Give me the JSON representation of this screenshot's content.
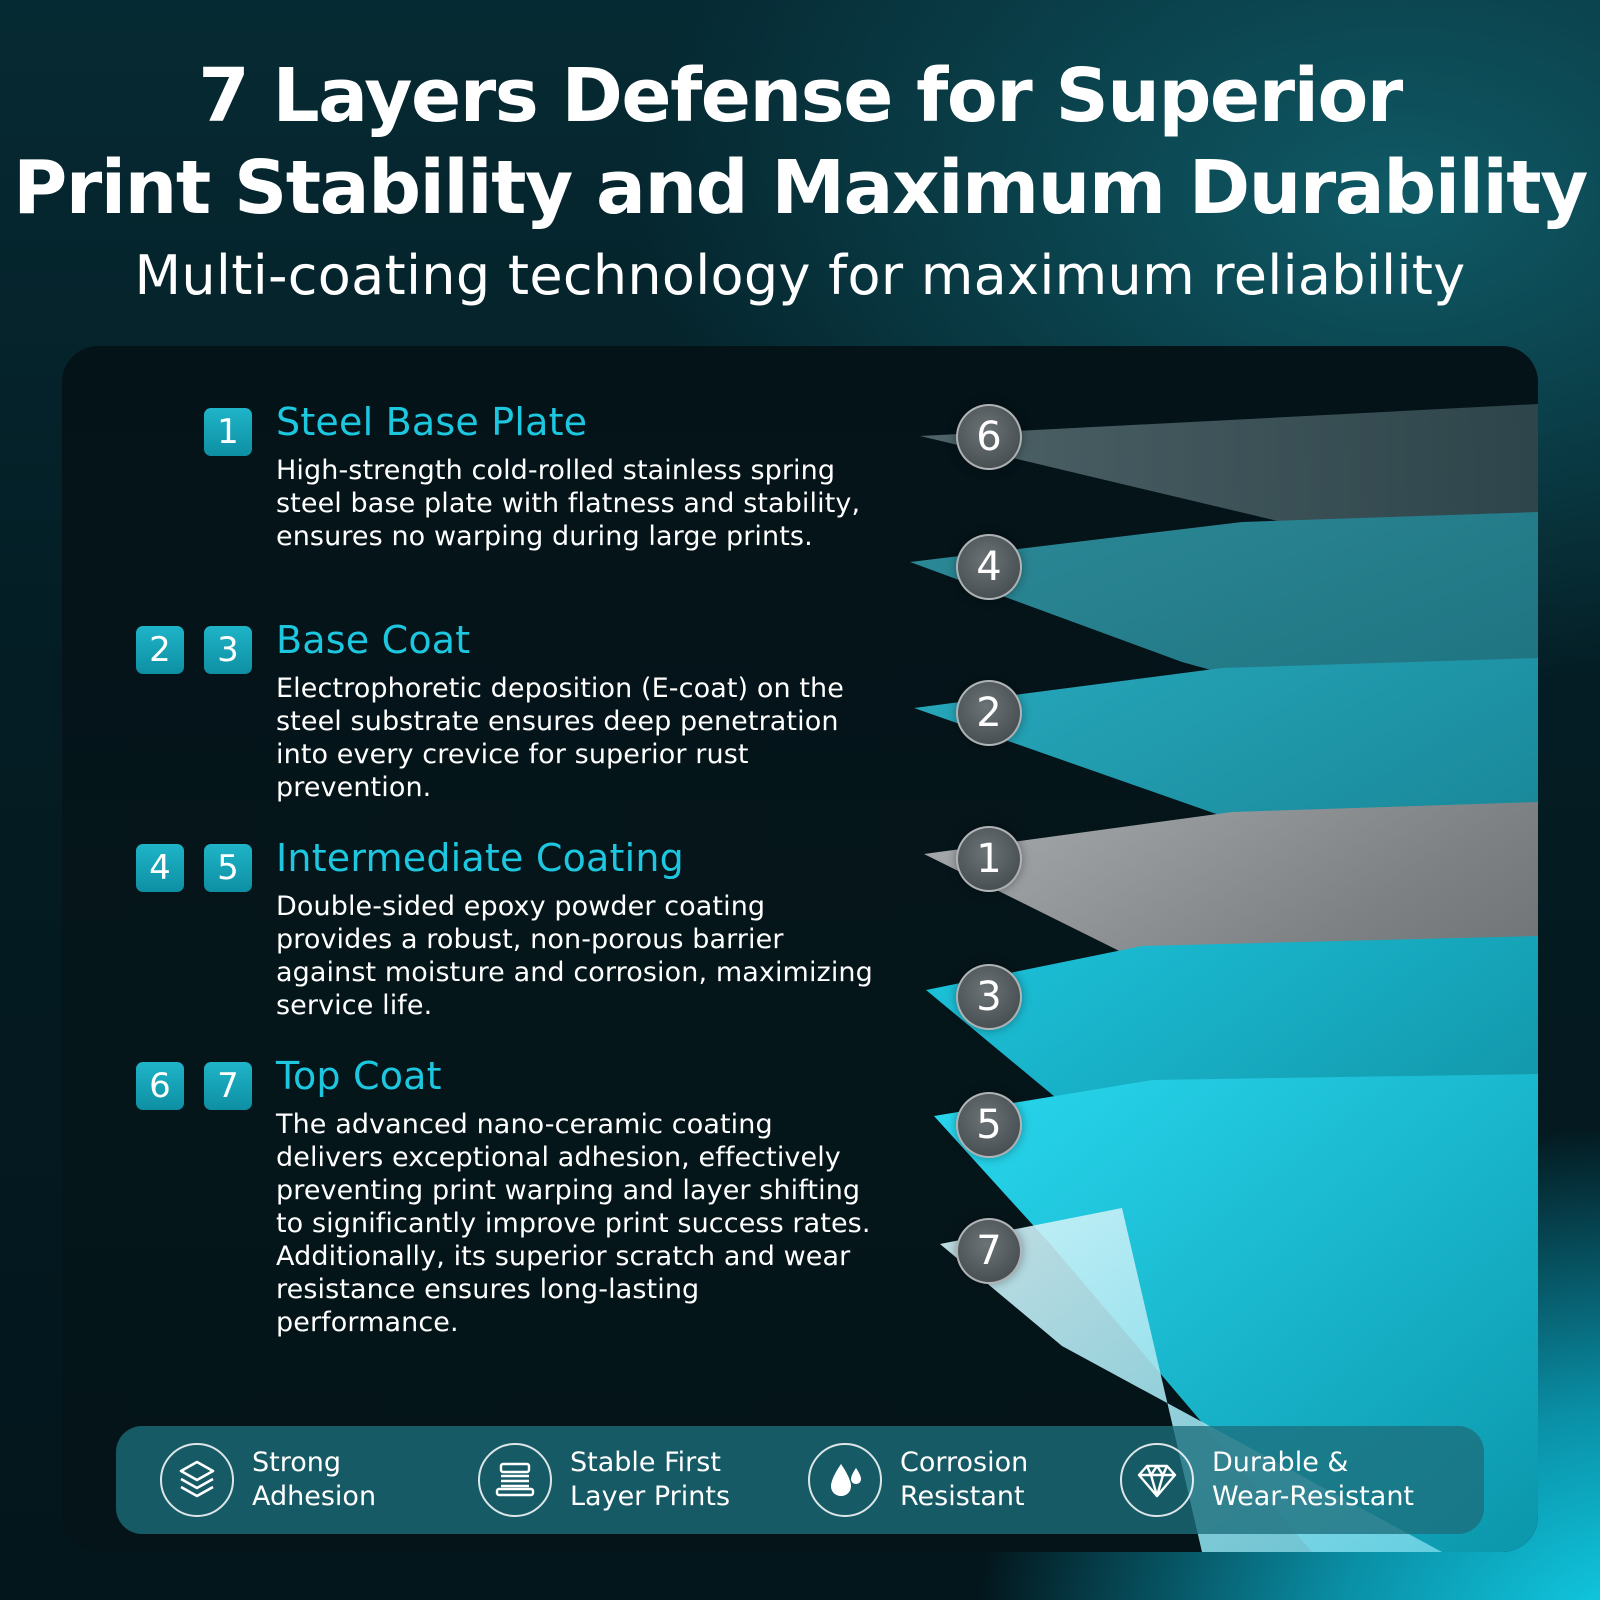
{
  "header": {
    "title_line1": "7 Layers Defense for Superior",
    "title_line2": "Print Stability and Maximum Durability",
    "subtitle": "Multi-coating technology for maximum reliability"
  },
  "features": [
    {
      "badges": [
        "1"
      ],
      "title": "Steel Base Plate",
      "description": "High-strength cold-rolled stainless spring steel base plate with flatness and stability, ensures no warping during large prints."
    },
    {
      "badges": [
        "2",
        "3"
      ],
      "title": "Base Coat",
      "description": "Electrophoretic deposition (E-coat) on the steel substrate ensures deep penetration into every crevice for superior rust prevention."
    },
    {
      "badges": [
        "4",
        "5"
      ],
      "title": "Intermediate Coating",
      "description": "Double-sided epoxy powder coating provides a robust, non-porous barrier against moisture and corrosion, maximizing service life."
    },
    {
      "badges": [
        "6",
        "7"
      ],
      "title": "Top Coat",
      "description": "The advanced nano-ceramic coating delivers exceptional adhesion, effectively preventing print warping and layer shifting to significantly improve print success rates. Additionally, its superior scratch and wear resistance ensures long-lasting performance."
    }
  ],
  "layer_markers": [
    "6",
    "4",
    "2",
    "1",
    "3",
    "5",
    "7"
  ],
  "benefits": [
    {
      "icon": "layers-icon",
      "line1": "Strong",
      "line2": "Adhesion"
    },
    {
      "icon": "print-bed-icon",
      "line1": "Stable First",
      "line2": "Layer Prints"
    },
    {
      "icon": "water-drop-icon",
      "line1": "Corrosion",
      "line2": "Resistant"
    },
    {
      "icon": "diamond-icon",
      "line1": "Durable &",
      "line2": "Wear-Resistant"
    }
  ],
  "colors": {
    "accent_cyan": "#1cc7df",
    "badge_teal": "#1aa6ba",
    "background_dark": "#041c23",
    "benefit_bar": "#1c6e7c"
  }
}
